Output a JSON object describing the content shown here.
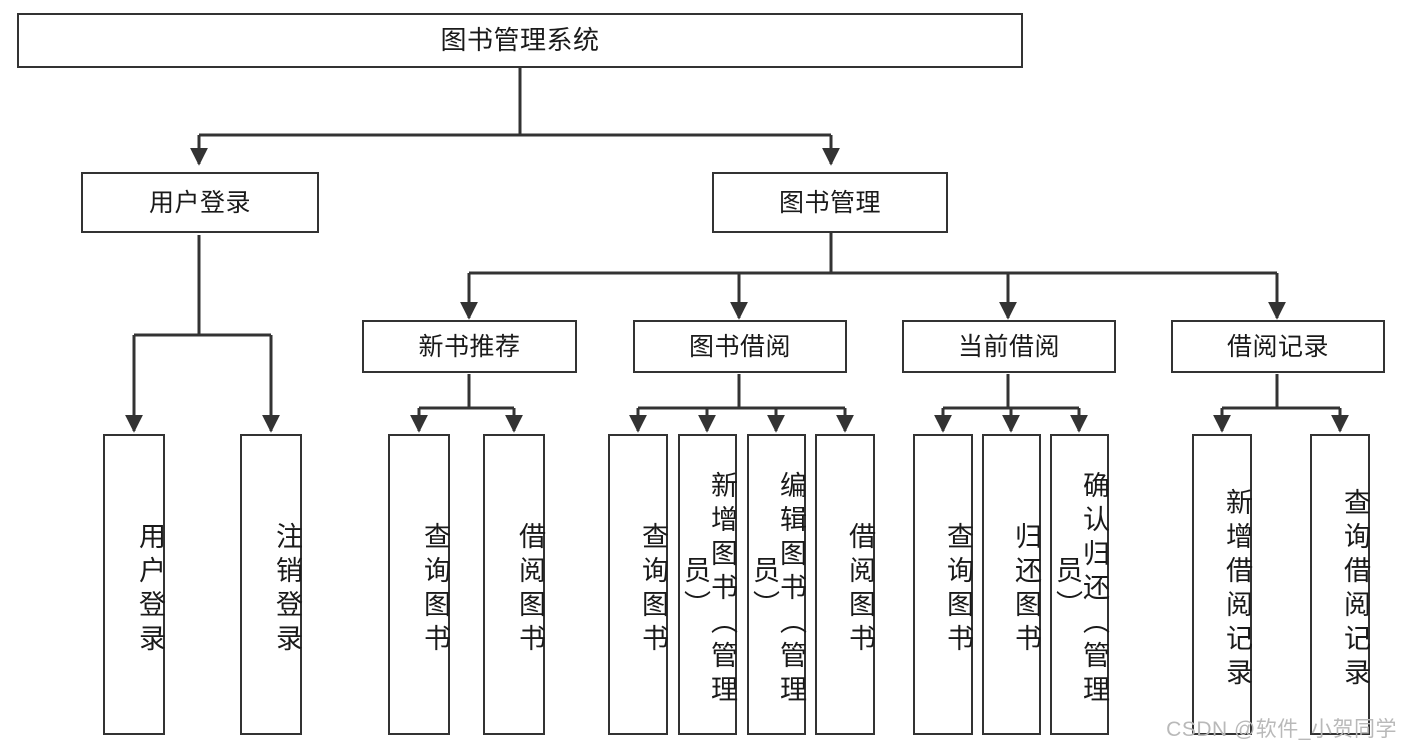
{
  "diagram": {
    "type": "tree-hierarchy-chart",
    "title": "图书管理系统",
    "watermark": "CSDN @软件_小贺同学",
    "colors": {
      "box_border": "#333333",
      "box_fill": "#ffffff",
      "connector": "#333333",
      "text": "#1a1a1a",
      "watermark": "#b9b9b9",
      "background": "#ffffff"
    },
    "nodes": {
      "root": {
        "label": "图书管理系统",
        "level": 1,
        "orientation": "horizontal"
      },
      "level2": [
        {
          "id": "user-login",
          "label": "用户登录",
          "orientation": "horizontal"
        },
        {
          "id": "book-management",
          "label": "图书管理",
          "orientation": "horizontal"
        }
      ],
      "level3": [
        {
          "id": "new-book-recommend",
          "label": "新书推荐",
          "orientation": "horizontal"
        },
        {
          "id": "book-borrow",
          "label": "图书借阅",
          "orientation": "horizontal"
        },
        {
          "id": "current-borrow",
          "label": "当前借阅",
          "orientation": "horizontal"
        },
        {
          "id": "borrow-record",
          "label": "借阅记录",
          "orientation": "horizontal"
        }
      ],
      "leaves": [
        {
          "id": "leaf-user-login",
          "label": "用户登录",
          "parent": "user-login",
          "orientation": "vertical"
        },
        {
          "id": "leaf-user-logout",
          "label": "注销登录",
          "parent": "user-login",
          "orientation": "vertical"
        },
        {
          "id": "leaf-query-book-1",
          "label": "查询图书",
          "parent": "new-book-recommend",
          "orientation": "vertical"
        },
        {
          "id": "leaf-borrow-book-1",
          "label": "借阅图书",
          "parent": "new-book-recommend",
          "orientation": "vertical"
        },
        {
          "id": "leaf-query-book-2",
          "label": "查询图书",
          "parent": "book-borrow",
          "orientation": "vertical"
        },
        {
          "id": "leaf-add-book",
          "label": "新增图书（管理员）",
          "parent": "book-borrow",
          "orientation": "vertical"
        },
        {
          "id": "leaf-edit-book",
          "label": "编辑图书（管理员）",
          "parent": "book-borrow",
          "orientation": "vertical"
        },
        {
          "id": "leaf-borrow-book-2",
          "label": "借阅图书",
          "parent": "book-borrow",
          "orientation": "vertical"
        },
        {
          "id": "leaf-query-book-3",
          "label": "查询图书",
          "parent": "current-borrow",
          "orientation": "vertical"
        },
        {
          "id": "leaf-return-book",
          "label": "归还图书",
          "parent": "current-borrow",
          "orientation": "vertical"
        },
        {
          "id": "leaf-confirm-return",
          "label": "确认归还（管理员）",
          "parent": "current-borrow",
          "orientation": "vertical"
        },
        {
          "id": "leaf-add-record",
          "label": "新增借阅记录",
          "parent": "borrow-record",
          "orientation": "vertical"
        },
        {
          "id": "leaf-query-record",
          "label": "查询借阅记录",
          "parent": "borrow-record",
          "orientation": "vertical"
        }
      ]
    }
  }
}
